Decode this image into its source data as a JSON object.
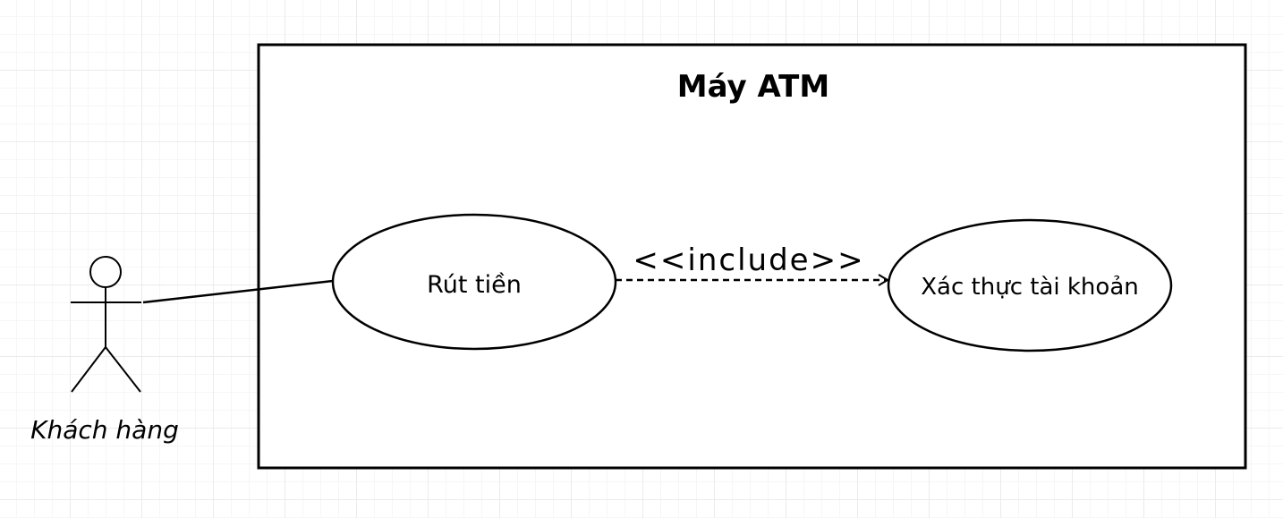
{
  "diagram": {
    "system_title": "Máy ATM",
    "actor": {
      "name": "Khách hàng"
    },
    "use_cases": {
      "withdraw": "Rút tiền",
      "authenticate": "Xác thực tài khoản"
    },
    "relationship": {
      "stereotype": "<<include>>"
    }
  }
}
